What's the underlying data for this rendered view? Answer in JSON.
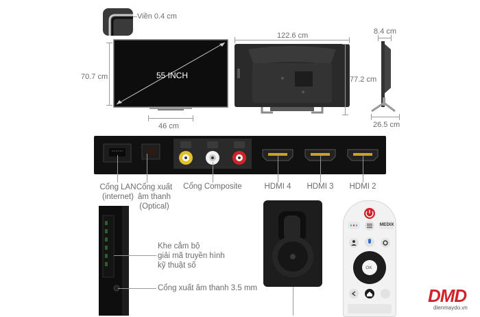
{
  "dimensions": {
    "bezel": "Viền 0.4 cm",
    "front_height": "70.7 cm",
    "screen_size": "55 INCH",
    "stand_width": "46 cm",
    "total_width": "122.6 cm",
    "back_height": "77.2 cm",
    "depth": "8.4 cm",
    "stand_depth": "26.5 cm"
  },
  "ports": {
    "lan": "Cổng LAN\n(internet)",
    "optical": "Cổng xuất\nâm thanh\n(Optical)",
    "composite": "Cổng Composite",
    "hdmi4": "HDMI 4",
    "hdmi3": "HDMI 3",
    "hdmi2": "HDMI 2"
  },
  "side": {
    "decoder_slot": "Khe cắm bộ\ngiải mã truyền hình\nkỹ thuật số",
    "audio_out": "Cổng xuất âm thanh 3.5 mm"
  },
  "remote": {
    "medix_label": "MEDIX",
    "ok_label": "OK"
  },
  "brand": {
    "logo": "DMD",
    "url": "dienmaydo.vn"
  },
  "colors": {
    "brand_red": "#d2232a",
    "port_panel": "#111111",
    "label_gray": "#6b6b6b",
    "dimension_line": "#9a9a9a"
  }
}
